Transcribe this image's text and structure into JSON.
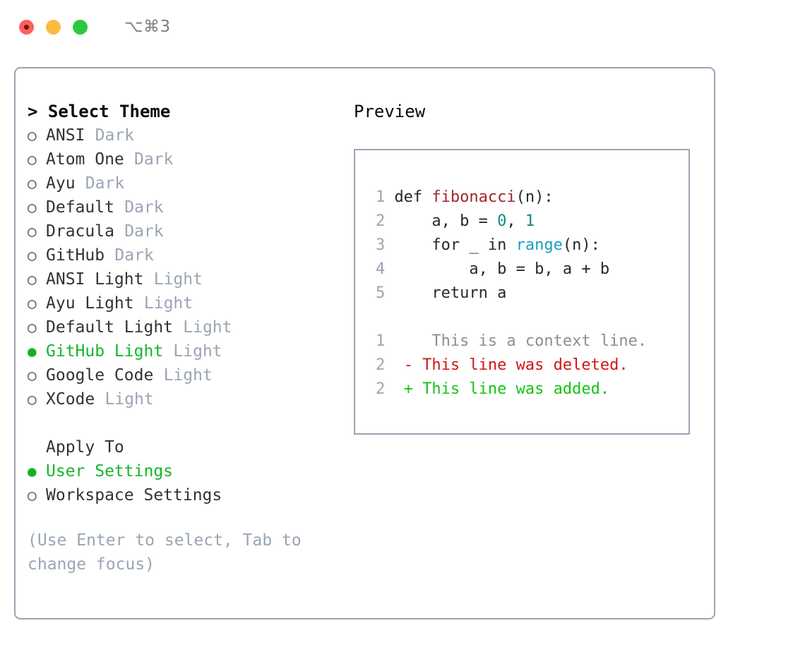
{
  "titlebar": {
    "shortcut": "⌥⌘3",
    "lights": [
      "close-light",
      "minimize-light",
      "zoom-light"
    ]
  },
  "left": {
    "heading": "> Select Theme",
    "marker_selected": "●",
    "marker_unselected": "○",
    "themes": [
      {
        "name": "ANSI",
        "category": "Dark",
        "selected": false
      },
      {
        "name": "Atom One",
        "category": "Dark",
        "selected": false
      },
      {
        "name": "Ayu",
        "category": "Dark",
        "selected": false
      },
      {
        "name": "Default",
        "category": "Dark",
        "selected": false
      },
      {
        "name": "Dracula",
        "category": "Dark",
        "selected": false
      },
      {
        "name": "GitHub",
        "category": "Dark",
        "selected": false
      },
      {
        "name": "ANSI Light",
        "category": "Light",
        "selected": false
      },
      {
        "name": "Ayu Light",
        "category": "Light",
        "selected": false
      },
      {
        "name": "Default Light",
        "category": "Light",
        "selected": false
      },
      {
        "name": "GitHub Light",
        "category": "Light",
        "selected": true
      },
      {
        "name": "Google Code",
        "category": "Light",
        "selected": false
      },
      {
        "name": "XCode",
        "category": "Light",
        "selected": false
      }
    ],
    "apply_to": {
      "heading": "Apply To",
      "options": [
        {
          "name": "User Settings",
          "selected": true
        },
        {
          "name": "Workspace Settings",
          "selected": false
        }
      ]
    },
    "hint": "(Use Enter to select, Tab to change focus)"
  },
  "right": {
    "title": "Preview",
    "code": [
      {
        "num": "1",
        "tokens": [
          {
            "t": "def ",
            "c": "plain"
          },
          {
            "t": "fibonacci",
            "c": "fn"
          },
          {
            "t": "(n):",
            "c": "plain"
          }
        ]
      },
      {
        "num": "2",
        "tokens": [
          {
            "t": "    a, b = ",
            "c": "plain"
          },
          {
            "t": "0",
            "c": "num"
          },
          {
            "t": ", ",
            "c": "plain"
          },
          {
            "t": "1",
            "c": "num"
          }
        ]
      },
      {
        "num": "3",
        "tokens": [
          {
            "t": "    for _ in ",
            "c": "plain"
          },
          {
            "t": "range",
            "c": "builtin"
          },
          {
            "t": "(n):",
            "c": "plain"
          }
        ]
      },
      {
        "num": "4",
        "tokens": [
          {
            "t": "        a, b = b, a + b",
            "c": "plain"
          }
        ]
      },
      {
        "num": "5",
        "tokens": [
          {
            "t": "    return a",
            "c": "plain"
          }
        ]
      }
    ],
    "diff": [
      {
        "num": "1",
        "marker": " ",
        "text": "  This is a context line.",
        "kind": "context"
      },
      {
        "num": "2",
        "marker": "-",
        "text": " This line was deleted.",
        "kind": "deleted"
      },
      {
        "num": "2",
        "marker": "+",
        "text": " This line was added.",
        "kind": "added"
      }
    ]
  },
  "colors": {
    "accent_green": "#16b52a",
    "muted": "#9aa5b4",
    "border": "#9aa5b4",
    "diff_add": "#14c414",
    "diff_del": "#d31414",
    "fn": "#a3252b",
    "num": "#0f8a82",
    "builtin": "#1a9ec4"
  }
}
